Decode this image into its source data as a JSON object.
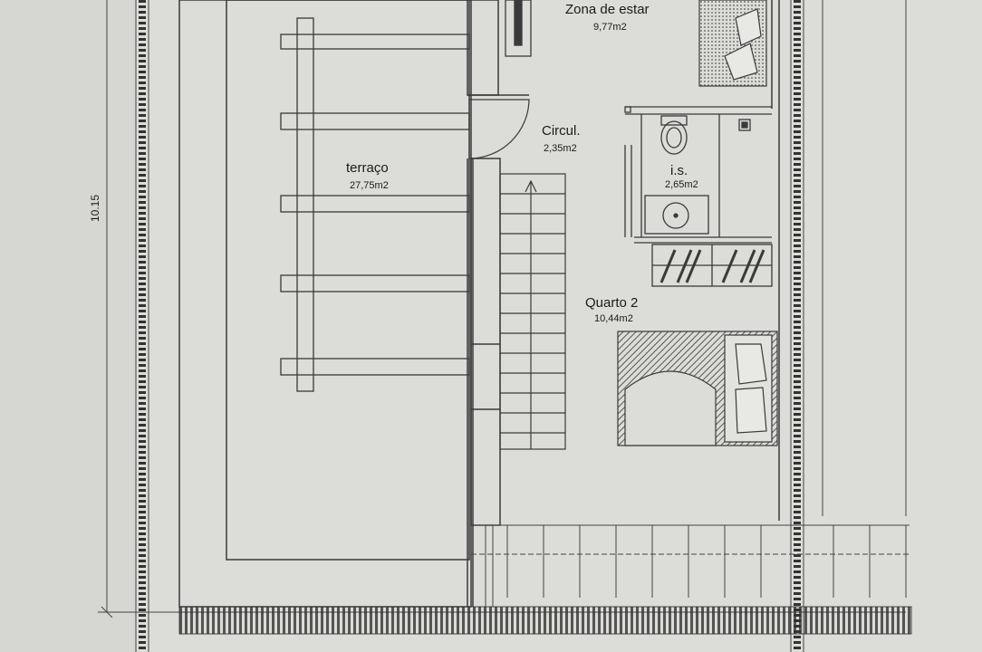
{
  "rooms": {
    "zona_estar": {
      "name": "Zona de estar",
      "area": "9,77m2"
    },
    "circul": {
      "name": "Circul.",
      "area": "2,35m2"
    },
    "terraco": {
      "name": "terraço",
      "area": "27,75m2"
    },
    "is": {
      "name": "i.s.",
      "area": "2,65m2"
    },
    "quarto2": {
      "name": "Quarto 2",
      "area": "10,44m2"
    }
  },
  "dimensions": {
    "overall_depth": "10.15"
  },
  "colors": {
    "paper": "#dcdcd8",
    "line": "#3a3a3a",
    "hatch": "#555555"
  }
}
